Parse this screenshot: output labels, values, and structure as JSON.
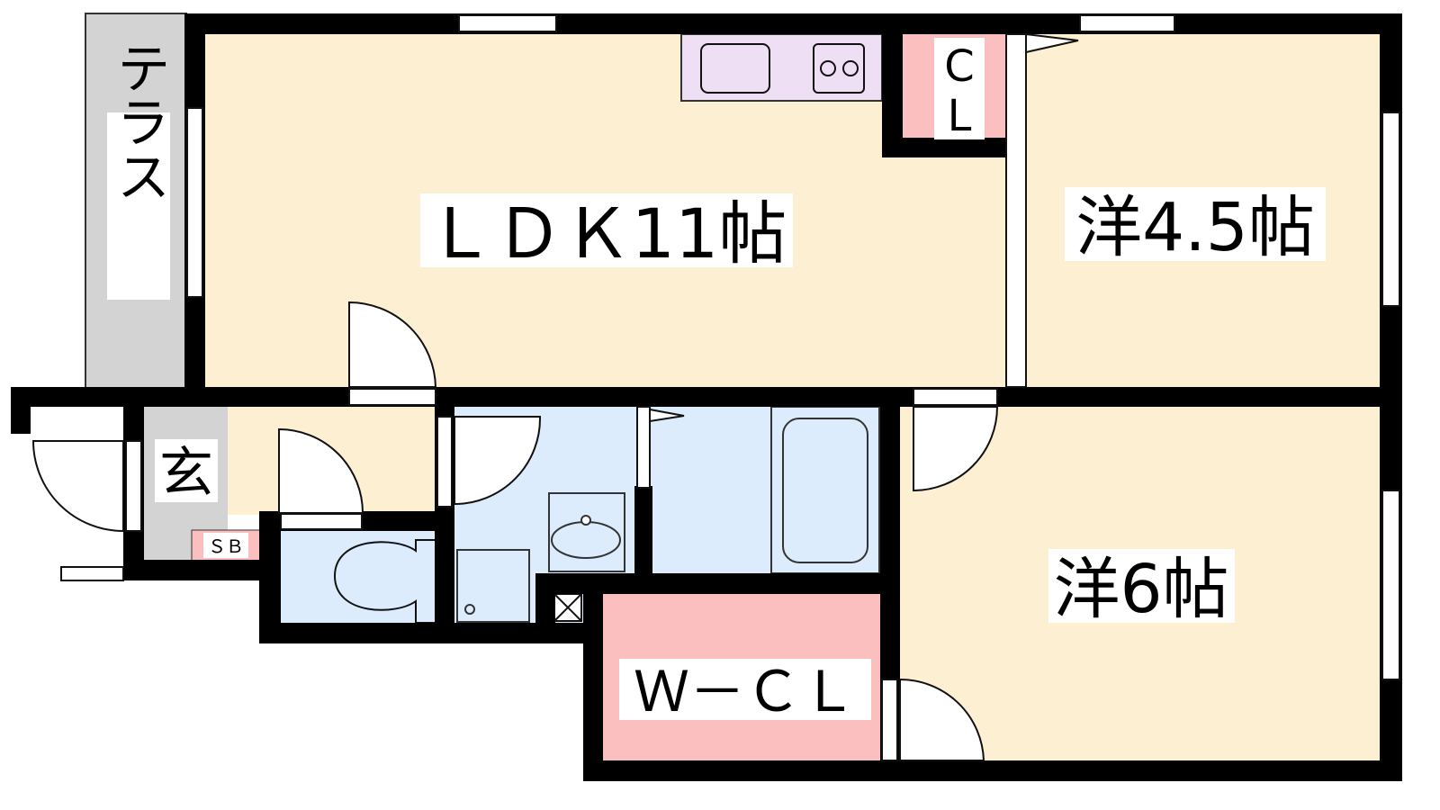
{
  "rooms": {
    "ldk": "ＬＤＫ11帖",
    "western_45": "洋4.5帖",
    "western_6": "洋6帖",
    "terrace": "テラス",
    "entrance": "玄",
    "shoe_box": "ＳＢ",
    "closet_c": "C",
    "closet_l": "L",
    "walk_in_closet": "Ｗ－ＣＬ"
  },
  "colors": {
    "living": "#fdf0d2",
    "wet_area": "#dcecfd",
    "closet": "#fcbfbf",
    "terrace": "#d3d3d3",
    "kitchen": "#efdff5",
    "wall": "#000000"
  }
}
